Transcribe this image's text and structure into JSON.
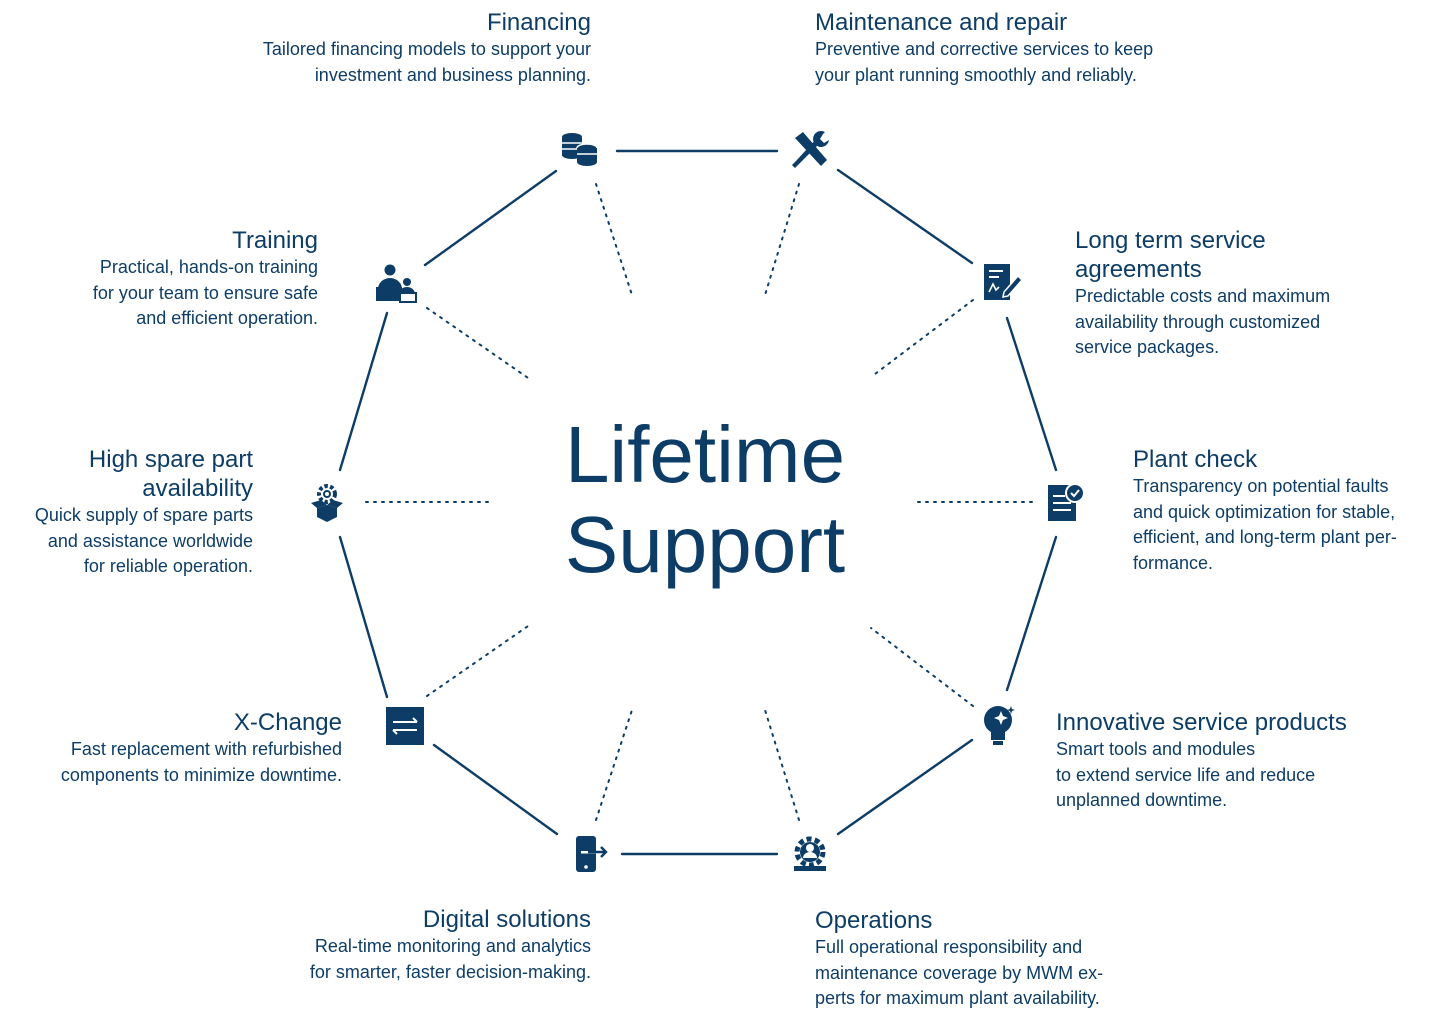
{
  "center": {
    "line1": "Lifetime",
    "line2": "Support"
  },
  "items": [
    {
      "title": "Financing",
      "desc": [
        "Tailored financing models to support your",
        "investment and business planning."
      ],
      "icon": "coins-stack-icon"
    },
    {
      "title": "Maintenance and repair",
      "desc": [
        "Preventive and corrective services to keep",
        "your plant running smoothly and reliably."
      ],
      "icon": "wrench-screwdriver-icon"
    },
    {
      "title": [
        "Long term service",
        "agreements"
      ],
      "desc": [
        "Predictable costs and maximum",
        "availability through customized",
        "service packages."
      ],
      "icon": "contract-sign-icon"
    },
    {
      "title": "Plant check",
      "desc": [
        "Transparency on potential faults",
        "and quick optimization for stable,",
        "efficient, and long-term plant per-",
        "formance."
      ],
      "icon": "checked-document-icon"
    },
    {
      "title": "Innovative service products",
      "desc": [
        "Smart tools and modules",
        "to extend service life and reduce",
        "unplanned downtime."
      ],
      "icon": "lightbulb-icon"
    },
    {
      "title": "Operations",
      "desc": [
        "Full operational responsibility and",
        "maintenance coverage by MWM ex-",
        "perts for maximum plant availability."
      ],
      "icon": "gear-person-icon"
    },
    {
      "title": "Digital solutions",
      "desc": [
        "Real-time monitoring and analytics",
        "for smarter, faster decision-making."
      ],
      "icon": "mobile-export-icon"
    },
    {
      "title": "X-Change",
      "desc": [
        "Fast replacement with refurbished",
        "components to minimize downtime."
      ],
      "icon": "exchange-arrows-icon"
    },
    {
      "title": [
        "High spare part",
        "availability"
      ],
      "desc": [
        "Quick supply of spare parts",
        "and assistance worldwide",
        "for reliable operation."
      ],
      "icon": "parts-box-icon"
    },
    {
      "title": "Training",
      "desc": [
        "Practical, hands-on training",
        "for your team to ensure safe",
        "and efficient operation."
      ],
      "icon": "trainer-presentation-icon"
    }
  ],
  "colors": {
    "primary": "#0d3d66"
  }
}
